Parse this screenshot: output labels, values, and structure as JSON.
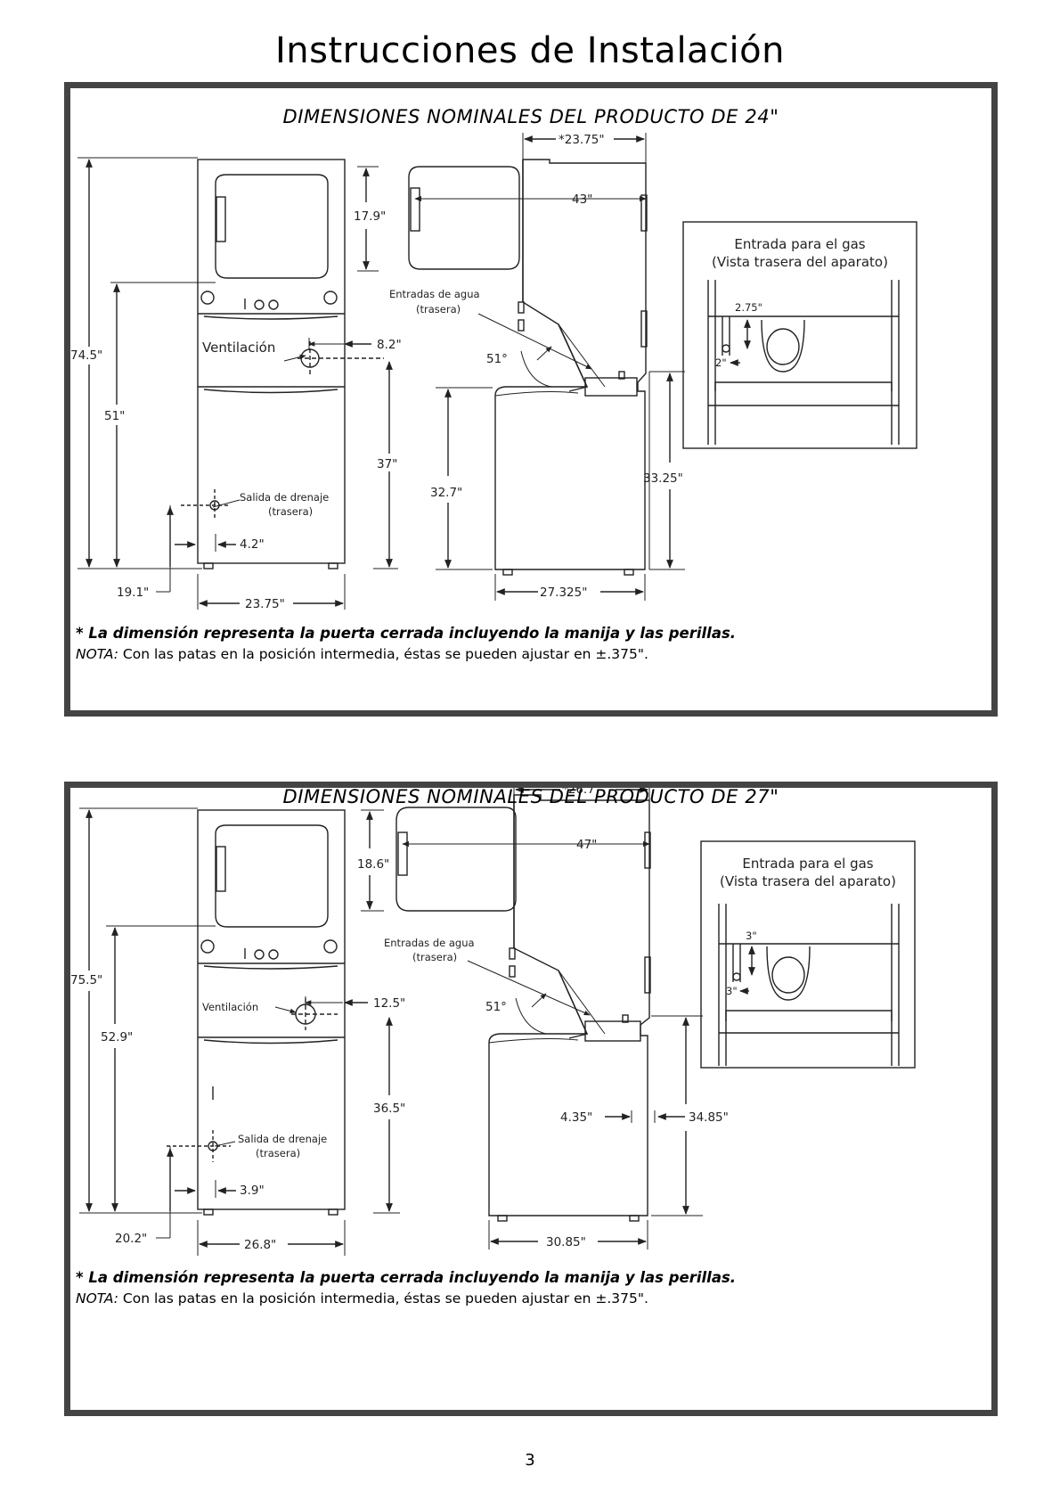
{
  "page": {
    "title": "Instrucciones de Instalación",
    "number": "3"
  },
  "panel24": {
    "title": "DIMENSIONES NOMINALES DEL PRODUCTO DE 24\"",
    "dims": {
      "depth_top": "*23.75\"",
      "open_depth": "43\"",
      "door_height": "17.9\"",
      "total_height": "74.5\"",
      "mid_height": "51\"",
      "vent_offset": "8.2\"",
      "vent_height": "37\"",
      "washer_height": "32.7\"",
      "gas_height": "33.25\"",
      "drain_offset": "4.2\"",
      "drain_height": "19.1\"",
      "width": "23.75\"",
      "depth_bottom": "27.325\"",
      "angle": "51°"
    },
    "labels": {
      "vent": "Ventilación",
      "water_inlets": "Entradas de agua",
      "water_inlets_sub": "(trasera)",
      "drain": "Salida de drenaje",
      "drain_sub": "(trasera)"
    },
    "gas_box": {
      "title": "Entrada para el gas",
      "subtitle": "(Vista trasera del aparato)",
      "dim_a": "2.75\"",
      "dim_b": "2\""
    },
    "footnote": "* La dimensión representa la puerta cerrada incluyendo la manija y las perillas.",
    "note_label": "NOTA:",
    "note_text": "Con las patas en la posición intermedia, éstas se pueden ajustar en ±.375\"."
  },
  "panel27": {
    "title": "DIMENSIONES NOMINALES DEL PRODUCTO DE 27\"",
    "dims": {
      "depth_top": "*26.7\"",
      "open_depth": "47\"",
      "door_height": "18.6\"",
      "total_height": "75.5\"",
      "mid_height": "52.9\"",
      "vent_offset": "12.5\"",
      "vent_height": "36.5\"",
      "front_offset": "4.35\"",
      "gas_height": "34.85\"",
      "drain_offset": "3.9\"",
      "drain_height": "20.2\"",
      "width": "26.8\"",
      "depth_bottom": "30.85\"",
      "angle": "51°"
    },
    "labels": {
      "vent": "Ventilación",
      "water_inlets": "Entradas de agua",
      "water_inlets_sub": "(trasera)",
      "drain": "Salida de drenaje",
      "drain_sub": "(trasera)"
    },
    "gas_box": {
      "title": "Entrada para el gas",
      "subtitle": "(Vista trasera del aparato)",
      "dim_a": "3\"",
      "dim_b": "3\""
    },
    "footnote": "* La dimensión representa la puerta cerrada incluyendo la manija y las perillas.",
    "note_label": "NOTA:",
    "note_text": "Con las patas en la posición intermedia, éstas se pueden ajustar en ±.375\"."
  }
}
